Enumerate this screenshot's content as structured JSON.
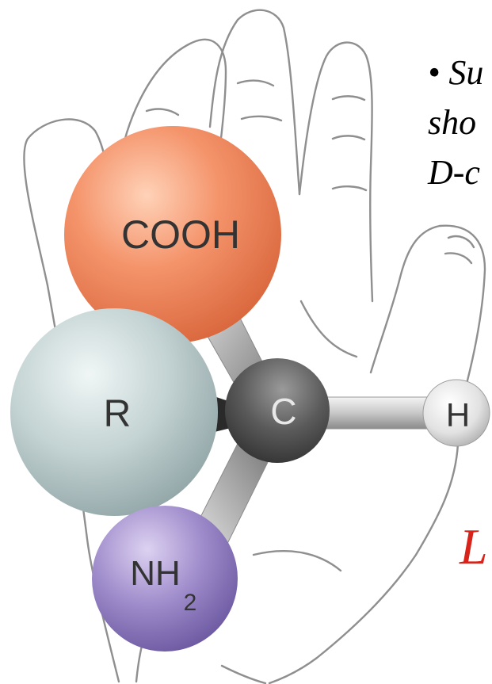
{
  "atoms": {
    "cooh": {
      "label": "COOH",
      "color": "#f08a5d"
    },
    "r": {
      "label": "R",
      "color": "#bfd0d0"
    },
    "c": {
      "label": "C",
      "color": "#555555"
    },
    "h": {
      "label": "H",
      "color": "#e4e4e4"
    },
    "nh2": {
      "label": "NH",
      "subscript": "2",
      "color": "#9a85c6"
    }
  },
  "caption": {
    "line1": "• Su",
    "line2": "sho",
    "line3": "D-c"
  },
  "big_letter": {
    "text": "L",
    "color": "#d8231a"
  }
}
